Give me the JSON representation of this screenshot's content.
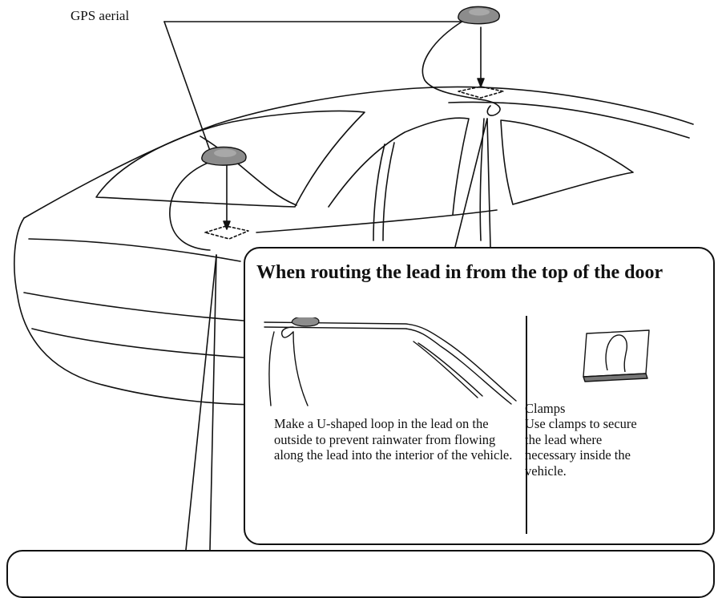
{
  "labels": {
    "gps_aerial": "GPS aerial"
  },
  "panel": {
    "title": "When routing the lead in from the top of the door",
    "loop_caption": "Make a U-shaped loop in the lead on the outside to prevent rainwater from flowing along the lead into the interior of the vehicle.",
    "clamps_title": "Clamps",
    "clamps_caption": "Use clamps to secure the lead where necessary inside the vehicle."
  },
  "icons": {
    "aerial": "gps-aerial-icon",
    "clamp": "clamp-icon"
  },
  "colors": {
    "line": "#111111",
    "aerial_fill": "#8c8c8c"
  }
}
